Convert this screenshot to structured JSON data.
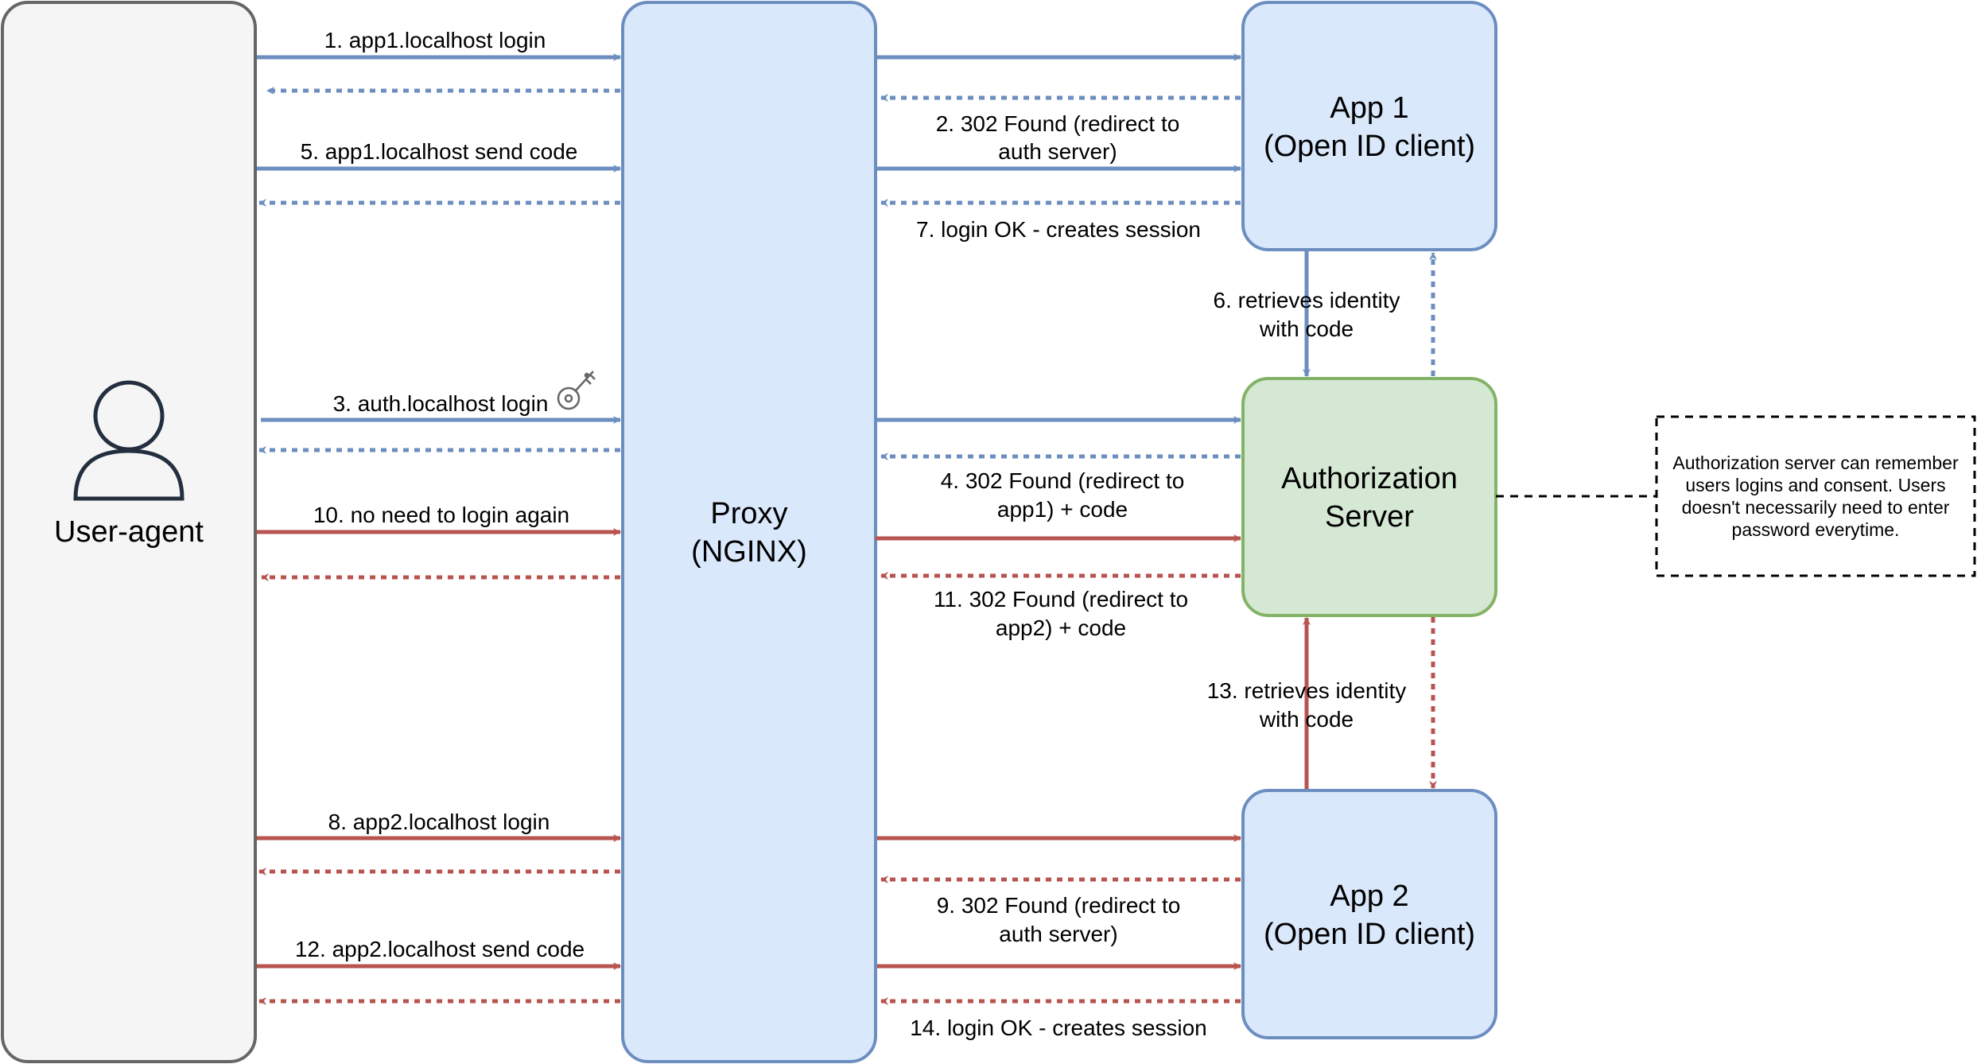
{
  "colors": {
    "blue": "#6c8ebf",
    "red": "#b85450",
    "green": "#82b366",
    "blue_fill": "#dae8fc",
    "green_fill": "#d5e8d4",
    "gray_fill": "#f5f5f5",
    "gray_stroke": "#666666",
    "icon_stroke": "#232f3e"
  },
  "nodes": {
    "user_agent": {
      "label": "User-agent",
      "icon": "user-icon"
    },
    "proxy": {
      "line1": "Proxy",
      "line2": "(NGINX)"
    },
    "app1": {
      "line1": "App 1",
      "line2": "(Open ID client)"
    },
    "auth_server": {
      "line1": "Authorization",
      "line2": "Server"
    },
    "app2": {
      "line1": "App 2",
      "line2": "(Open ID client)"
    }
  },
  "note": {
    "lines": [
      "Authorization server can remember",
      "users logins and consent. Users",
      "doesn't necessarily need to enter",
      "password everytime."
    ]
  },
  "steps": {
    "s1": "1. app1.localhost login",
    "s2": [
      "2. 302 Found (redirect to",
      "auth server)"
    ],
    "s3": "3. auth.localhost login",
    "s4": [
      "4. 302 Found (redirect to",
      "app1) + code"
    ],
    "s5": "5. app1.localhost send code",
    "s6": [
      "6. retrieves identity",
      "with code"
    ],
    "s7": "7. login OK - creates session",
    "s8": "8. app2.localhost login",
    "s9": [
      "9. 302 Found (redirect to",
      "auth server)"
    ],
    "s10": "10. no need to login again",
    "s11": [
      "11. 302 Found (redirect to",
      "app2) + code"
    ],
    "s12": "12. app2.localhost send code",
    "s13": [
      "13. retrieves identity",
      "with code"
    ],
    "s14": "14. login OK - creates session"
  },
  "key_icon": "key-icon"
}
